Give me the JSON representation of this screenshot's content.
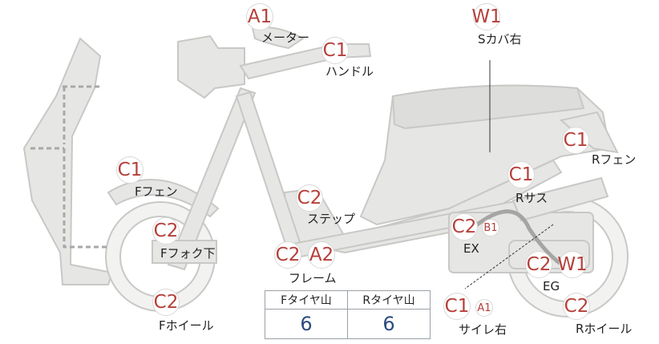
{
  "colors": {
    "body_fill": "#e6e6e4",
    "body_stroke": "#c8c8c6",
    "badge_text": "#b5403a",
    "dotted": "#a8a8a8",
    "tire_value": "#2c4a80"
  },
  "labels": {
    "meter": "メーター",
    "handle": "ハンドル",
    "s_cover_right": "Sカバ右",
    "r_fender": "Rフェン",
    "r_suspension": "Rサス",
    "f_fender": "Fフェン",
    "step": "ステップ",
    "f_fork_lower": "Fフォク下",
    "frame": "フレーム",
    "ex": "EX",
    "eg": "EG",
    "f_wheel": "Fホイール",
    "muffler_right": "サイレ右",
    "r_wheel": "Rホイール"
  },
  "badges": {
    "meter": "A1",
    "handle": "C1",
    "s_cover_right": "W1",
    "r_fender": "C1",
    "r_suspension": "C1",
    "f_fender": "C1",
    "step": "C2",
    "ex_main": "C2",
    "ex_sub": "B1",
    "f_fork_lower": "C2",
    "frame_1": "C2",
    "frame_2": "A2",
    "eg_1": "C2",
    "eg_2": "W1",
    "f_wheel": "C2",
    "muffler_main": "C1",
    "muffler_sub": "A1",
    "r_wheel": "C2"
  },
  "tire_table": {
    "headers": [
      "Fタイヤ山",
      "Rタイヤ山"
    ],
    "values": [
      "6",
      "6"
    ]
  }
}
